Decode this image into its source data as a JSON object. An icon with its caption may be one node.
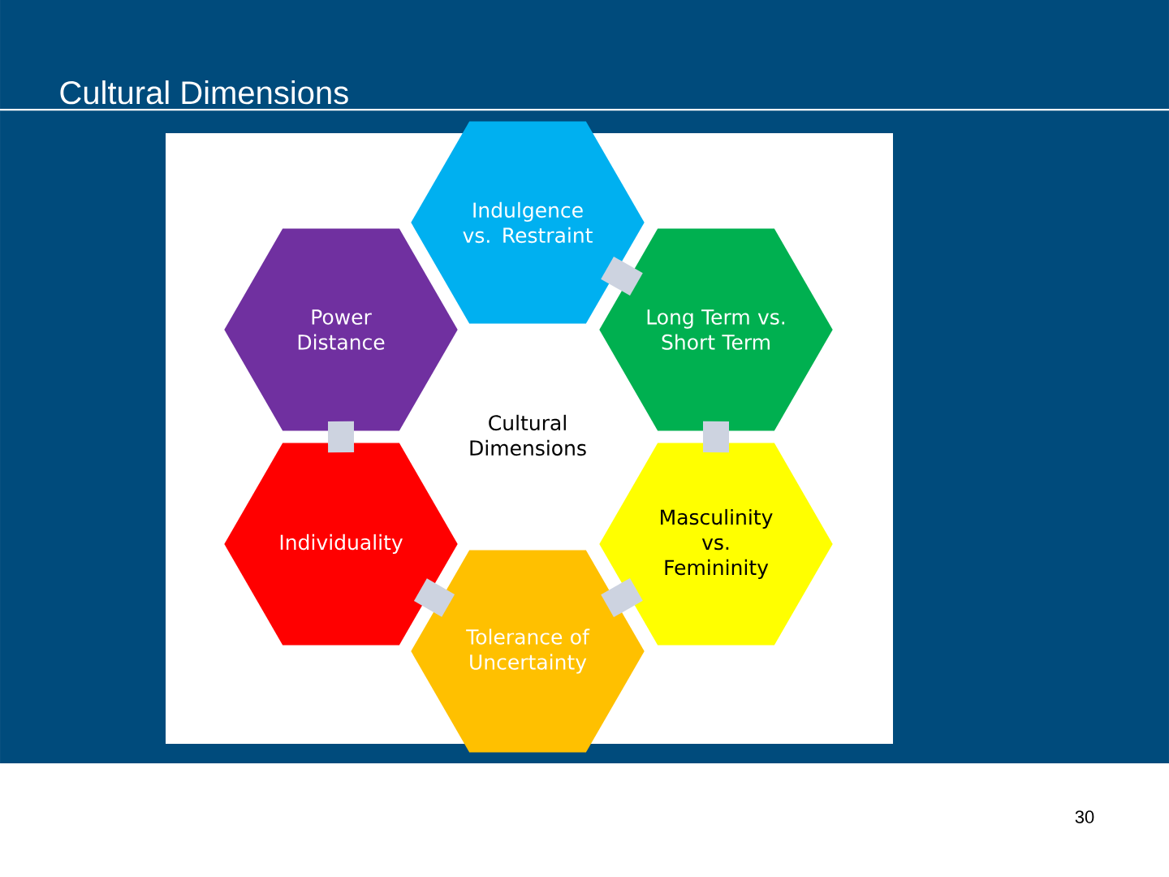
{
  "diagram": {
    "title": "Cultural Dimensions",
    "nodes": [
      {
        "text": [
          "Indulgence vs. Restraint"
        ]
      },
      {
        "text": [
          "Power Distance"
        ]
      },
      {
        "text": [
          "Long Term vs. Short Term"
        ]
      },
      {
        "text": [
          "Individuality"
        ]
      },
      {
        "text": [
          "Masculinity vs. Femininity"
        ]
      },
      {
        "text": [
          "Tolerance of Uncertainty"
        ]
      }
    ],
    "edges": [
      {
        "from": 0,
        "to": 2,
        "arrow": "none"
      },
      {
        "from": 2,
        "to": 4,
        "arrow": "none"
      },
      {
        "from": 4,
        "to": 5,
        "arrow": "none"
      },
      {
        "from": 5,
        "to": 3,
        "arrow": "none"
      },
      {
        "from": 3,
        "to": 1,
        "arrow": "none"
      }
    ],
    "labels": [
      "Cultural Dimensions",
      "30"
    ]
  }
}
